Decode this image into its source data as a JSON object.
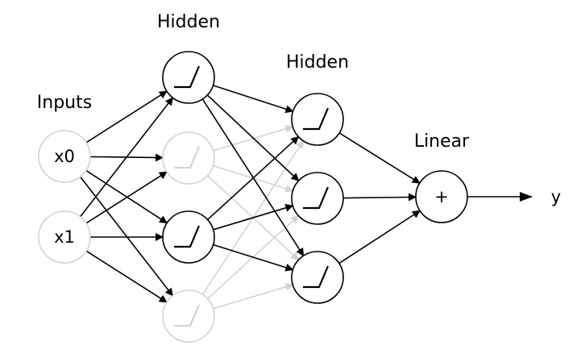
{
  "diagram": {
    "type": "neural-network",
    "colors": {
      "active": "#000000",
      "inactive": "#d3d3d3",
      "background": "#ffffff"
    }
  },
  "layers": {
    "inputs": {
      "title": "Inputs",
      "nodes": [
        {
          "label": "x0",
          "active": false
        },
        {
          "label": "x1",
          "active": false
        }
      ]
    },
    "hidden1": {
      "title": "Hidden",
      "activation": "relu-icon",
      "nodes": [
        {
          "active": true
        },
        {
          "active": false
        },
        {
          "active": true
        },
        {
          "active": false
        }
      ]
    },
    "hidden2": {
      "title": "Hidden",
      "activation": "relu-icon",
      "nodes": [
        {
          "active": true
        },
        {
          "active": true
        },
        {
          "active": true
        }
      ]
    },
    "output": {
      "title": "Linear",
      "symbol": "+",
      "output_label": "y"
    }
  }
}
